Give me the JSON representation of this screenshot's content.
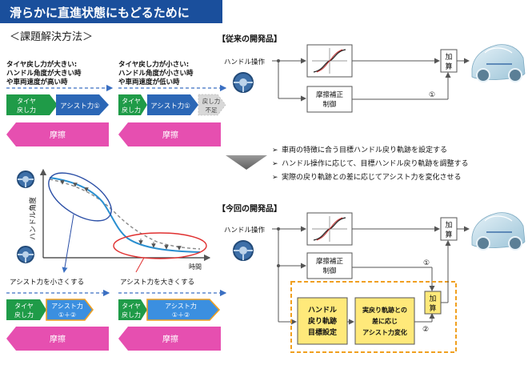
{
  "banner": {
    "title": "滑らかに直進状態にもどるために"
  },
  "solution_heading": "＜課題解決方法＞",
  "case_a": {
    "header_line1": "タイヤ戻し力が大きい:",
    "header_line2": "ハンドル角度が大きい時",
    "header_line3": "や車両速度が高い時",
    "tire_line1": "タイヤ",
    "tire_line2": "戻し力",
    "assist": "アシスト力①",
    "friction": "摩擦"
  },
  "case_b": {
    "header_line1": "タイヤ戻し力が小さい:",
    "header_line2": "ハンドル角度が小さい時",
    "header_line3": "や車両速度が低い時",
    "tire_line1": "タイヤ",
    "tire_line2": "戻し力",
    "assist": "アシスト力①",
    "shortfall_line1": "戻し力",
    "shortfall_line2": "不足",
    "friction": "摩擦"
  },
  "graph": {
    "ylabel": "ハンドル角度",
    "xlabel": "時間",
    "note_left": "アシスト力を小さくする",
    "note_right": "アシスト力を大きくする"
  },
  "case_c": {
    "tire_line1": "タイヤ",
    "tire_line2": "戻し力",
    "assist_line1": "アシスト力",
    "assist_line2": "①＋②",
    "friction": "摩擦"
  },
  "case_d": {
    "tire_line1": "タイヤ",
    "tire_line2": "戻し力",
    "assist_line1": "アシスト力",
    "assist_line2": "①＋②",
    "friction": "摩擦"
  },
  "conventional": {
    "title": "【従来の開発品】",
    "input_label": "ハンドル操作",
    "friction_block_line1": "摩擦補正",
    "friction_block_line2": "制御",
    "adder_line1": "加",
    "adder_line2": "算",
    "path_marker": "①"
  },
  "bullets": [
    "車両の特徴に合う目標ハンドル戻り軌跡を設定する",
    "ハンドル操作に応じて、目標ハンドル戻り軌跡を調整する",
    "実際の戻り軌跡との差に応じてアシスト力を変化させる"
  ],
  "current": {
    "title": "【今回の開発品】",
    "input_label": "ハンドル操作",
    "friction_block_line1": "摩擦補正",
    "friction_block_line2": "制御",
    "adder_top_line1": "加",
    "adder_top_line2": "算",
    "adder_mid_line1": "加",
    "adder_mid_line2": "算",
    "marker_1": "①",
    "marker_2": "②",
    "target_block_line1": "ハンドル",
    "target_block_line2": "戻り軌跡",
    "target_block_line3": "目標設定",
    "diff_block_line1": "実戻り軌跡との",
    "diff_block_line2": "差に応じ",
    "diff_block_line3": "アシスト力変化"
  },
  "colors": {
    "banner_blue": "#1a4f9c",
    "tire_green": "#1f9b48",
    "assist_blue": "#2b67b6",
    "friction_pink": "#e64fb0",
    "shortfall_gray": "#d8d8d8",
    "dashed_orange": "#f0a020",
    "new_block_yellow": "#ffe97a"
  }
}
